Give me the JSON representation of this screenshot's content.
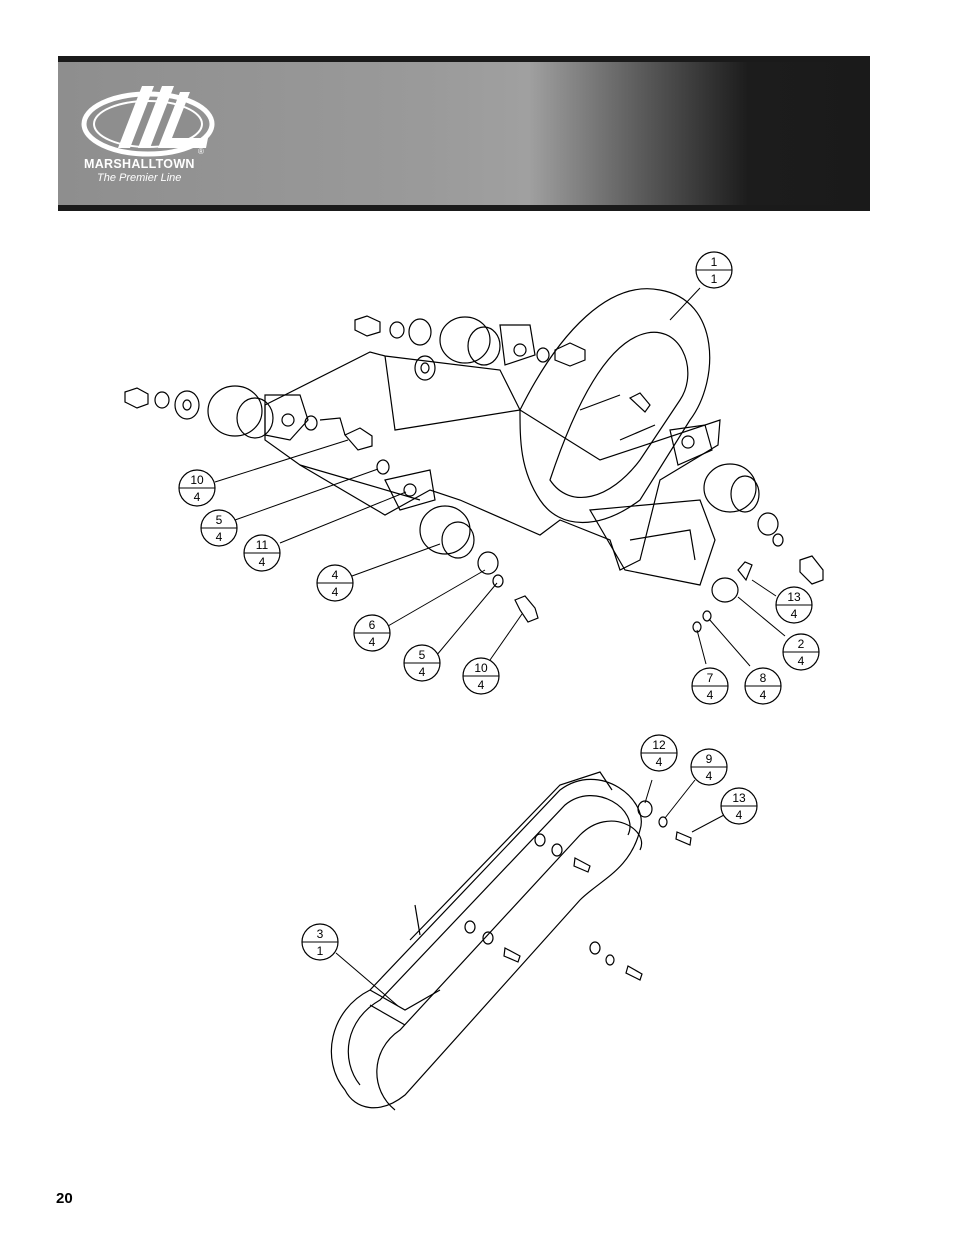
{
  "header": {
    "brand_name": "MARSHALLTOWN",
    "tagline": "The Premier Line",
    "registered_mark": "®"
  },
  "callouts": [
    {
      "item": "1",
      "qty": "1"
    },
    {
      "item": "10",
      "qty": "4"
    },
    {
      "item": "5",
      "qty": "4"
    },
    {
      "item": "11",
      "qty": "4"
    },
    {
      "item": "4",
      "qty": "4"
    },
    {
      "item": "6",
      "qty": "4"
    },
    {
      "item": "5",
      "qty": "4"
    },
    {
      "item": "10",
      "qty": "4"
    },
    {
      "item": "13",
      "qty": "4"
    },
    {
      "item": "2",
      "qty": "4"
    },
    {
      "item": "7",
      "qty": "4"
    },
    {
      "item": "8",
      "qty": "4"
    },
    {
      "item": "12",
      "qty": "4"
    },
    {
      "item": "9",
      "qty": "4"
    },
    {
      "item": "13",
      "qty": "4"
    },
    {
      "item": "3",
      "qty": "1"
    }
  ],
  "page_number": "20"
}
